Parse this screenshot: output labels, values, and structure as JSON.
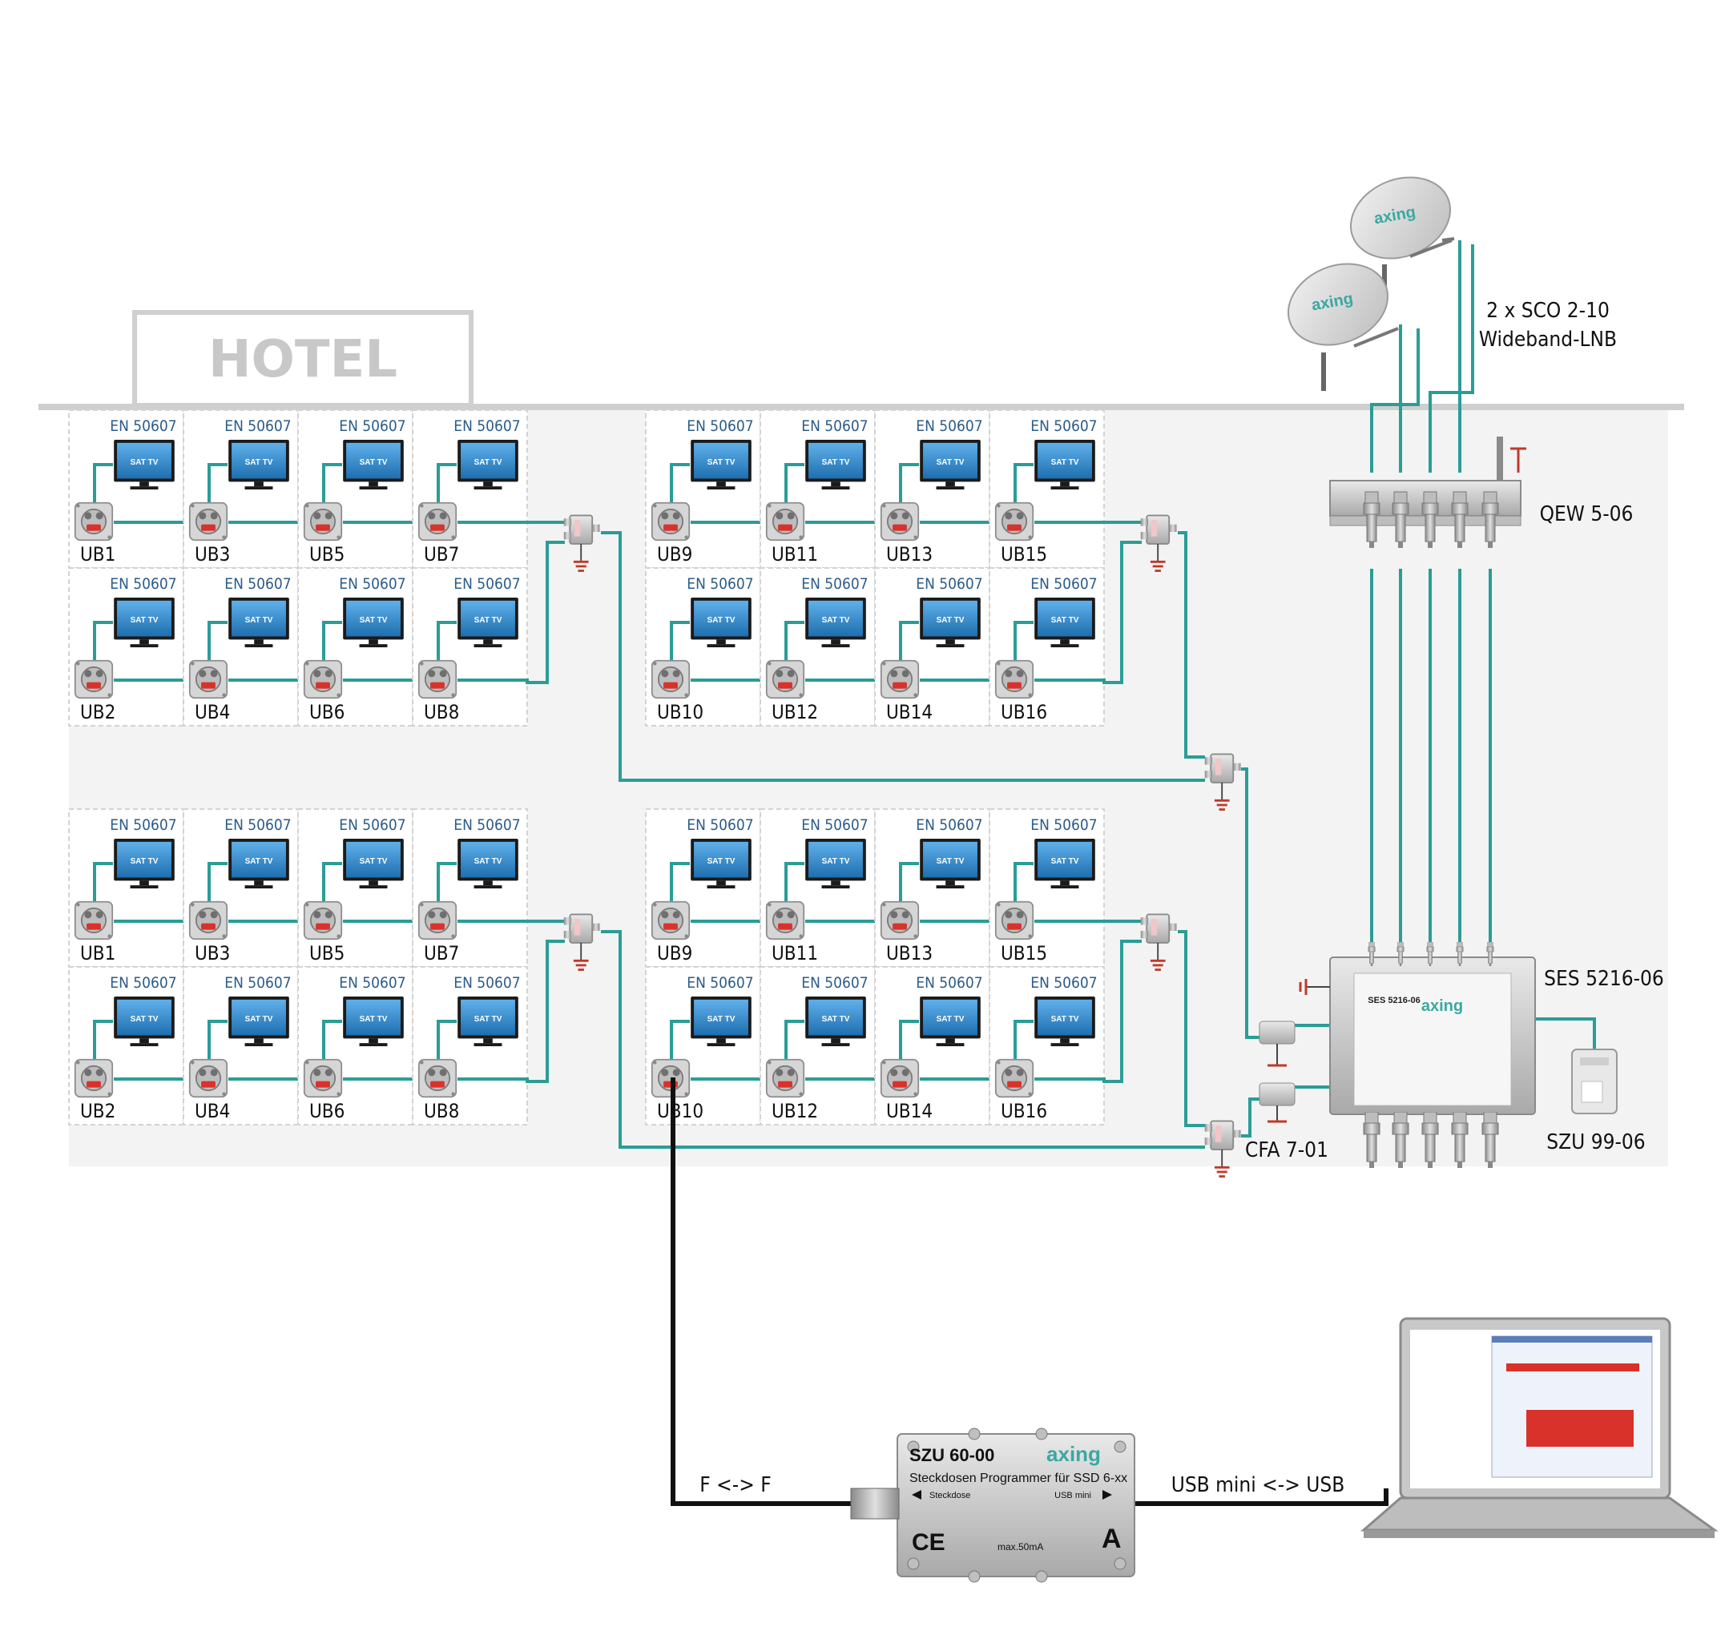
{
  "hotel_sign": "HOTEL",
  "standard_label": "EN 50607",
  "tv_label": "SAT TV",
  "socket_groups": [
    {
      "top_row": [
        "UB1",
        "UB3",
        "UB5",
        "UB7"
      ],
      "bottom_row": [
        "UB2",
        "UB4",
        "UB6",
        "UB8"
      ]
    },
    {
      "top_row": [
        "UB9",
        "UB11",
        "UB13",
        "UB15"
      ],
      "bottom_row": [
        "UB10",
        "UB12",
        "UB14",
        "UB16"
      ]
    },
    {
      "top_row": [
        "UB1",
        "UB3",
        "UB5",
        "UB7"
      ],
      "bottom_row": [
        "UB2",
        "UB4",
        "UB6",
        "UB8"
      ]
    },
    {
      "top_row": [
        "UB9",
        "UB11",
        "UB13",
        "UB15"
      ],
      "bottom_row": [
        "UB10",
        "UB12",
        "UB14",
        "UB16"
      ]
    }
  ],
  "devices": {
    "lnb_line1": "2 x SCO 2-10",
    "lnb_line2": "Wideband-LNB",
    "dish_brand": "axing",
    "switch_qew": "QEW 5-06",
    "multiswitch": "SES 5216-06",
    "power_supply": "SZU 99-06",
    "splitter": "CFA 7-01"
  },
  "programmer": {
    "model": "SZU 60-00",
    "brand": "axing",
    "description": "Steckdosen Programmer für SSD 6-xx",
    "left_port": "Steckdose",
    "right_port": "USB mini",
    "current": "max.50mA",
    "class_label": "A"
  },
  "connections": {
    "left_cable": "F <-> F",
    "right_cable": "USB mini <-> USB"
  },
  "colors": {
    "cable": "#2a9d96",
    "tv_screen": "#2f7fc4",
    "standard_text": "#2b5c8a"
  }
}
